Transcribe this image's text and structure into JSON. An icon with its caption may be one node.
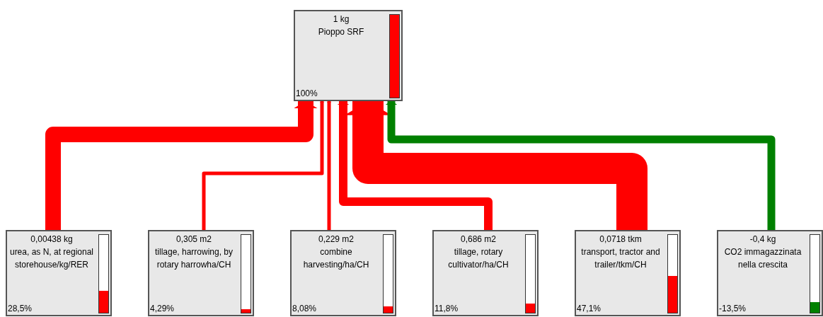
{
  "diagram": {
    "nodes": [
      {
        "text": [
          "1 kg",
          "Pioppo SRF",
          "100%"
        ]
      },
      {
        "text": [
          "0,00438 kg",
          "urea, as N, at regional storehouse/kg/RER",
          "28,5%"
        ]
      },
      {
        "text": [
          "0,305 m2",
          "tillage, harrowing, by rotary harrowha/CH",
          "4,29%"
        ]
      },
      {
        "text": [
          "0,229 m2",
          "combine harvesting/ha/CH",
          "8,08%"
        ]
      },
      {
        "text": [
          "0,686 m2",
          "tillage, rotary cultivator/ha/CH",
          "11,8%"
        ]
      },
      {
        "text": [
          "0,0718 tkm",
          "transport, tractor and trailer/tkm/CH",
          "47,1%"
        ]
      },
      {
        "text": [
          "-0,4 kg",
          "CO2 immagazzinata nella crescita",
          "-13,5%"
        ]
      }
    ],
    "edges": [
      {
        "from": 1,
        "to": 0,
        "arrow": "to",
        "style": "thick"
      },
      {
        "from": 2,
        "to": 0,
        "arrow": "to"
      },
      {
        "from": 3,
        "to": 0,
        "arrow": "to"
      },
      {
        "from": 4,
        "to": 0,
        "arrow": "to"
      },
      {
        "from": 5,
        "to": 0,
        "arrow": "to",
        "style": "thick"
      },
      {
        "from": 6,
        "to": 0,
        "arrow": "to",
        "color": "#008000"
      }
    ]
  }
}
